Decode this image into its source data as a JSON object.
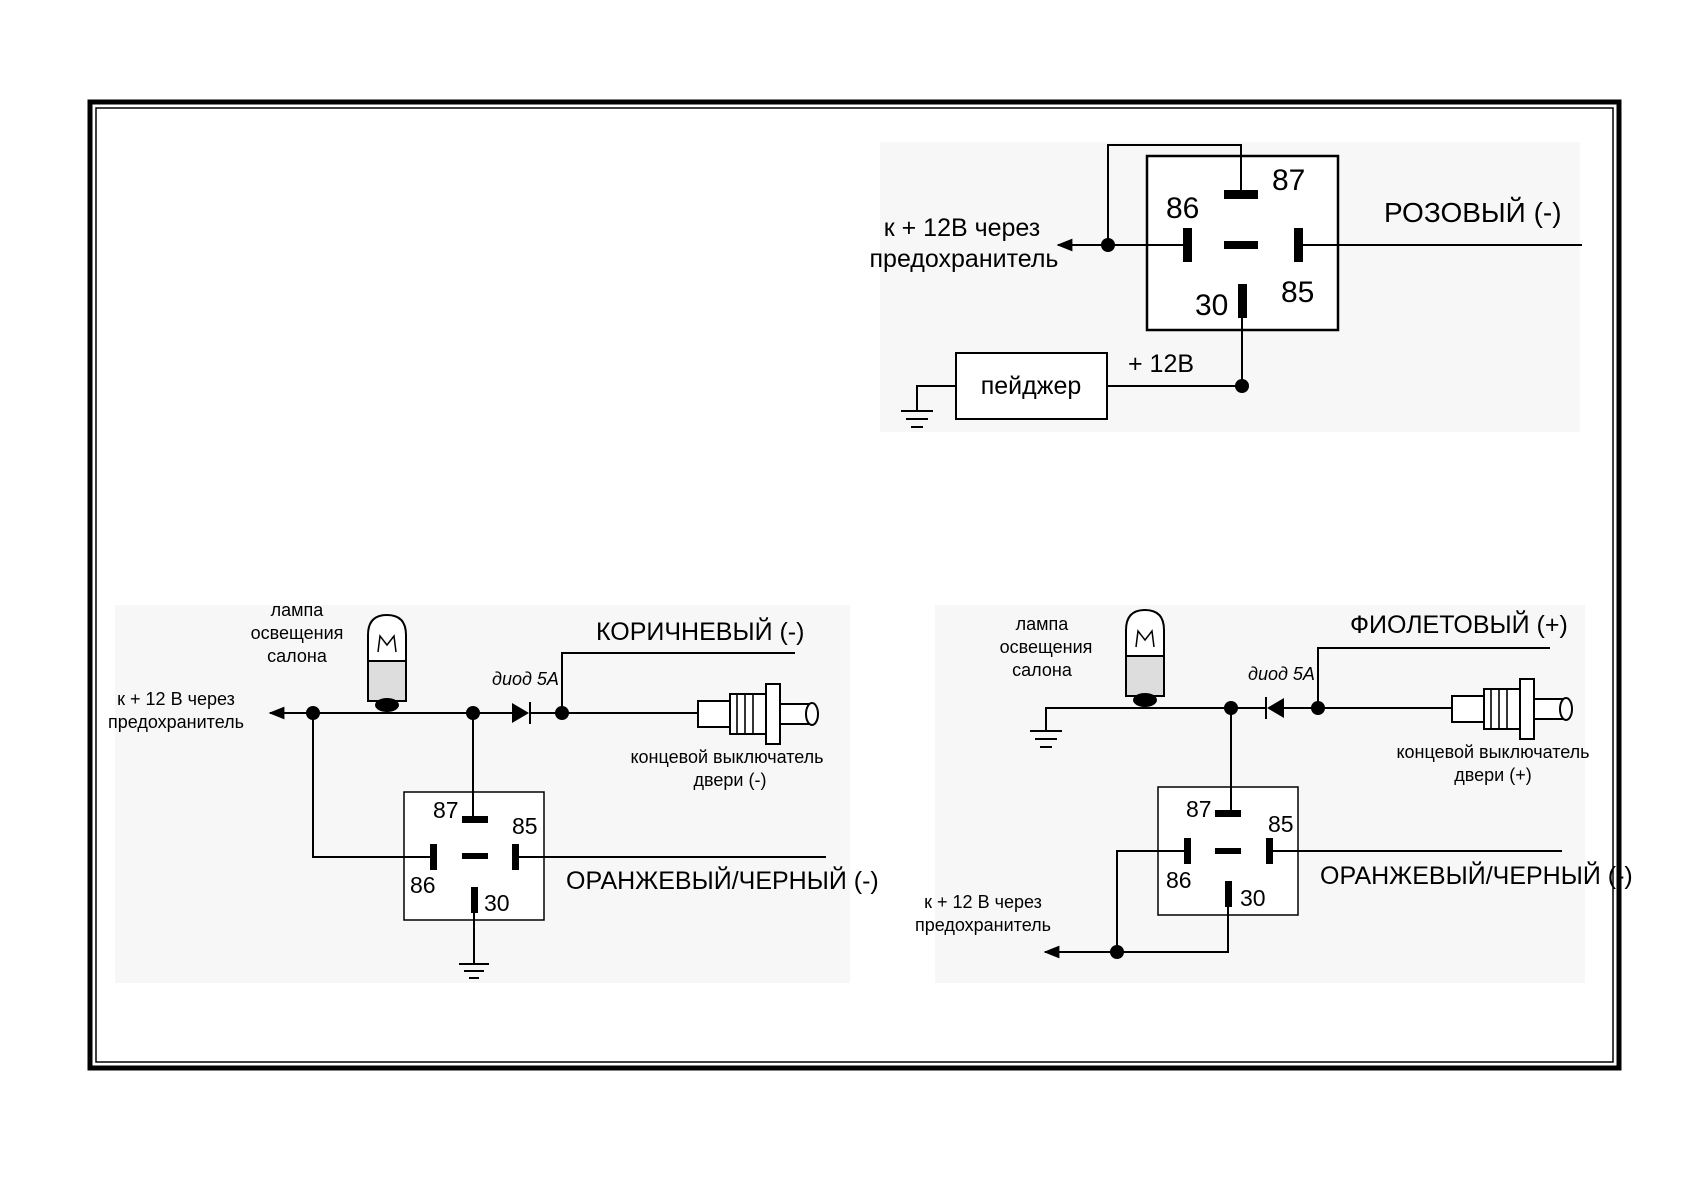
{
  "top": {
    "pins": {
      "p87": "87",
      "p86": "86",
      "p85": "85",
      "p30": "30"
    },
    "to_fuse_1": "к + 12В через",
    "to_fuse_2": "предохранитель",
    "wire_pink": "РОЗОВЫЙ (-)",
    "pager": "пейджер",
    "plus12": "+ 12В"
  },
  "left": {
    "lamp_1": "лампа",
    "lamp_2": "освещения",
    "lamp_3": "салона",
    "to_fuse_1": "к + 12 В через",
    "to_fuse_2": "предохранитель",
    "diode": "диод 5А",
    "wire_brown": "КОРИЧНЕВЫЙ (-)",
    "switch_1": "концевой выключатель",
    "switch_2": "двери (-)",
    "wire_orange": "ОРАНЖЕВЫЙ/ЧЕРНЫЙ (-)",
    "pins": {
      "p87": "87",
      "p86": "86",
      "p85": "85",
      "p30": "30"
    }
  },
  "right": {
    "lamp_1": "лампа",
    "lamp_2": "освещения",
    "lamp_3": "салона",
    "diode": "диод 5А",
    "wire_violet": "ФИОЛЕТОВЫЙ (+)",
    "switch_1": "концевой выключатель",
    "switch_2": "двери (+)",
    "wire_orange": "ОРАНЖЕВЫЙ/ЧЕРНЫЙ (-)",
    "to_fuse_1": "к + 12 В через",
    "to_fuse_2": "предохранитель",
    "pins": {
      "p87": "87",
      "p86": "86",
      "p85": "85",
      "p30": "30"
    }
  }
}
